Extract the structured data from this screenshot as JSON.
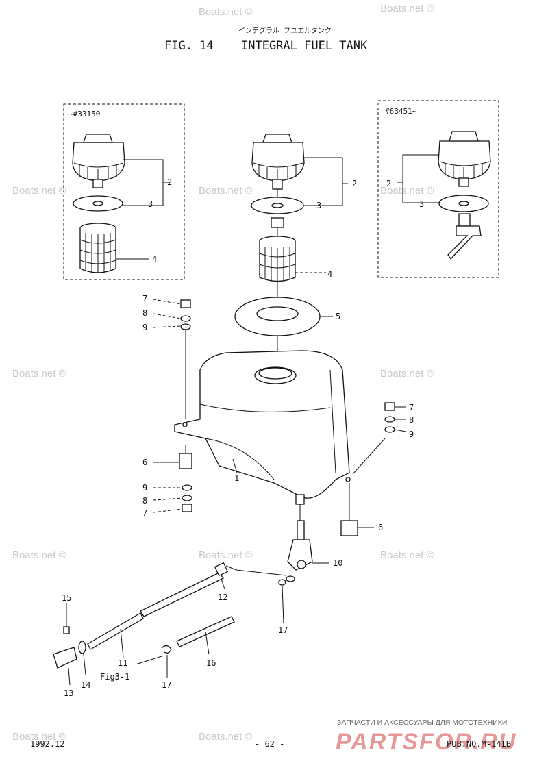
{
  "header": {
    "jp_title": "インテグラル フユエルタンク",
    "fig": "FIG. 14",
    "title": "INTEGRAL FUEL TANK"
  },
  "variants": {
    "left": "~#33150",
    "right": "#63451~"
  },
  "callouts": {
    "c1": "1",
    "c2": "2",
    "c3": "3",
    "c4": "4",
    "c5": "5",
    "c6": "6",
    "c7": "7",
    "c8": "8",
    "c9": "9",
    "c10": "10",
    "c11": "11",
    "c12": "12",
    "c13": "13",
    "c14": "14",
    "c15": "15",
    "c16": "16",
    "c17": "17"
  },
  "fig_ref": "Fig3-1",
  "watermark": "Boats.net ©",
  "footer": {
    "date": "1992.12",
    "page": "- 62 -",
    "pub": "PUB.NO.M-141B",
    "shop_tagline": "ЗАПЧАСТИ И АКСЕССУАРЫ ДЛЯ МОТОТЕХНИКИ",
    "shop_logo": "PARTSFOR.RU"
  }
}
